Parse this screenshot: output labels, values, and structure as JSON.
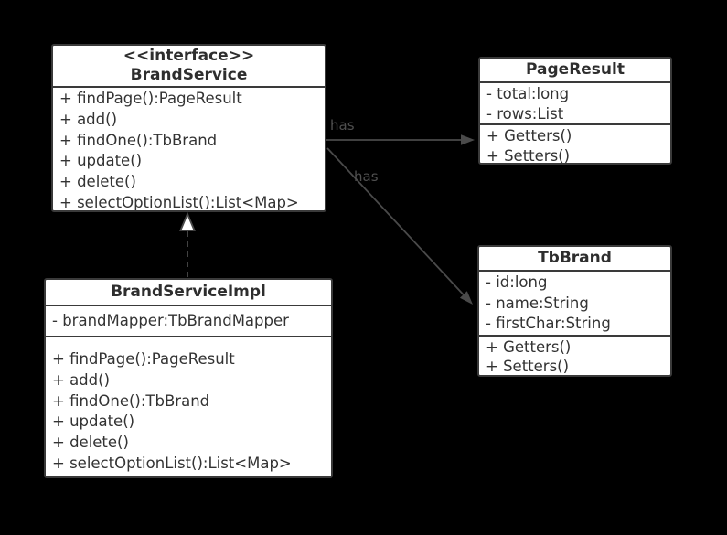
{
  "canvas": {
    "background": "#000000",
    "box_background": "#ffffff",
    "border_color": "#3a3a3a",
    "text_color": "#333333",
    "line_color": "#4a4a4a",
    "label_color": "#4f4f4f"
  },
  "classes": [
    {
      "stereotype": "<<interface>>",
      "name": "BrandService",
      "attributes": [],
      "methods": [
        "+ findPage():PageResult",
        "+ add()",
        "+ findOne():TbBrand",
        "+ update()",
        "+ delete()",
        "+ selectOptionList():List<Map>"
      ]
    },
    {
      "stereotype": "",
      "name": "PageResult",
      "attributes": [
        "- total:long",
        "- rows:List"
      ],
      "methods": [
        "+ Getters()",
        "+ Setters()"
      ]
    },
    {
      "stereotype": "",
      "name": "TbBrand",
      "attributes": [
        "- id:long",
        "- name:String",
        "- firstChar:String"
      ],
      "methods": [
        "+ Getters()",
        "+ Setters()"
      ]
    },
    {
      "stereotype": "",
      "name": "BrandServiceImpl",
      "attributes": [
        "- brandMapper:TbBrandMapper"
      ],
      "methods": [
        "+ findPage():PageResult",
        "+ add()",
        "+ findOne():TbBrand",
        "+ update()",
        "+ delete()",
        "+ selectOptionList():List<Map>"
      ]
    }
  ],
  "relations": [
    {
      "type": "association",
      "from": "BrandService",
      "to": "PageResult",
      "label": "has"
    },
    {
      "type": "association",
      "from": "BrandService",
      "to": "TbBrand",
      "label": "has"
    },
    {
      "type": "realization",
      "from": "BrandServiceImpl",
      "to": "BrandService",
      "label": ""
    }
  ]
}
